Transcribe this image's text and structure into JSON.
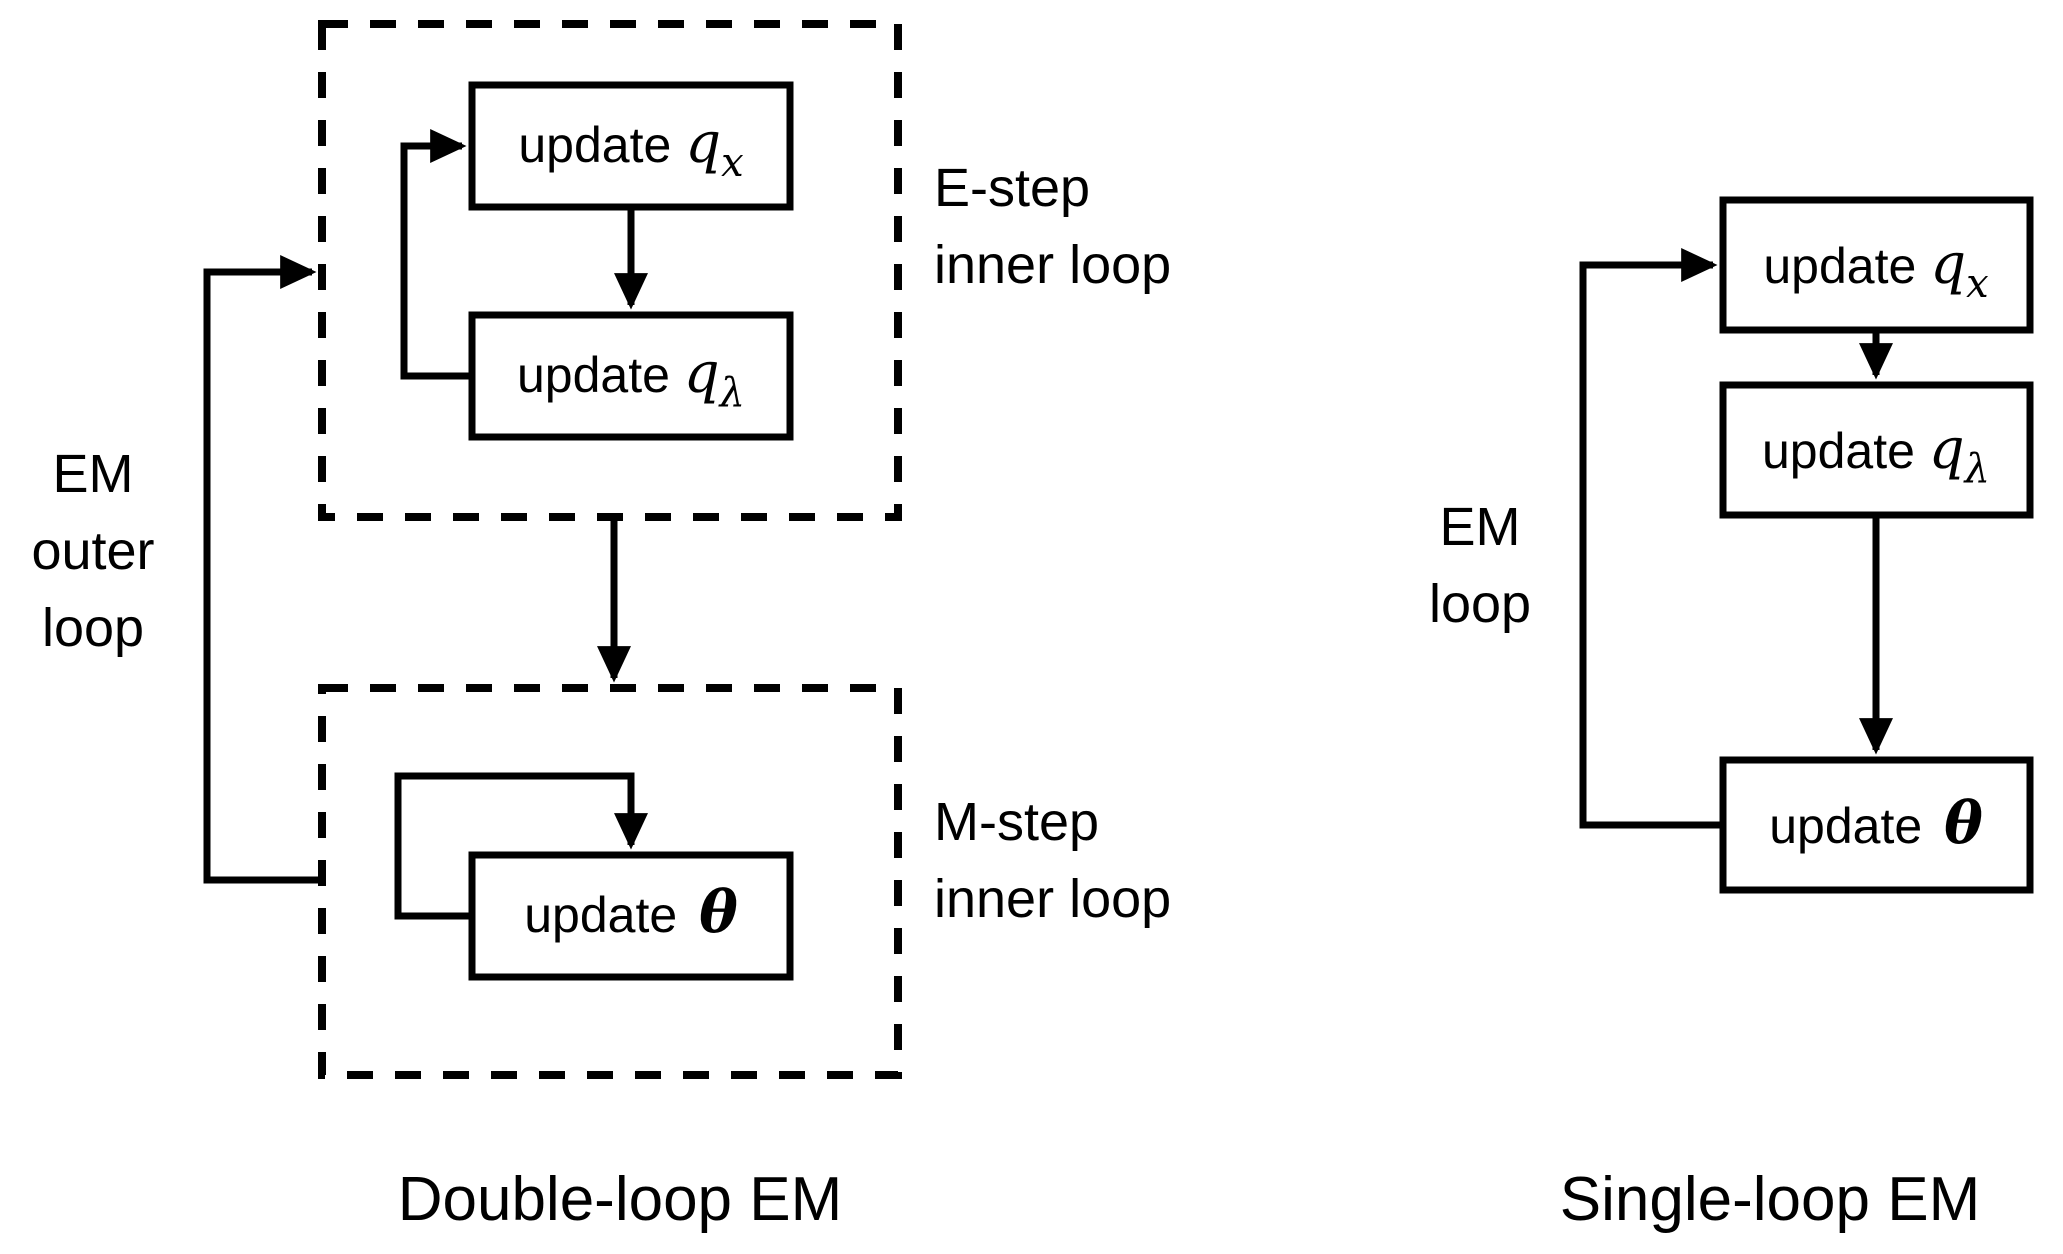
{
  "figure": {
    "background_color": "#ffffff",
    "stroke_color": "#000000",
    "panels": [
      {
        "id": "double-loop",
        "caption": "Double-loop EM",
        "outer_loop_label_lines": [
          "EM",
          "outer",
          "loop"
        ],
        "regions": [
          {
            "id": "e-step",
            "label_lines": [
              "E-step",
              "inner loop"
            ],
            "style": "dashed"
          },
          {
            "id": "m-step",
            "label_lines": [
              "M-step",
              "inner loop"
            ],
            "style": "dashed"
          }
        ],
        "nodes": [
          {
            "id": "e-qx",
            "prefix": "update ",
            "symbol": "q",
            "subscript": "x"
          },
          {
            "id": "e-qlambda",
            "prefix": "update ",
            "symbol": "q",
            "subscript": "λ"
          },
          {
            "id": "m-theta",
            "prefix": "update ",
            "symbol": "θ",
            "subscript": ""
          }
        ]
      },
      {
        "id": "single-loop",
        "caption": "Single-loop EM",
        "outer_loop_label_lines": [
          "EM",
          "loop"
        ],
        "regions": [],
        "nodes": [
          {
            "id": "s-qx",
            "prefix": "update ",
            "symbol": "q",
            "subscript": "x"
          },
          {
            "id": "s-qlambda",
            "prefix": "update ",
            "symbol": "q",
            "subscript": "λ"
          },
          {
            "id": "s-theta",
            "prefix": "update ",
            "symbol": "θ",
            "subscript": ""
          }
        ]
      }
    ]
  },
  "left": {
    "caption": "Double-loop EM",
    "em_loop": {
      "line1": "EM",
      "line2": "outer",
      "line3": "loop"
    },
    "estep": {
      "label_line1": "E-step",
      "label_line2": "inner loop",
      "box_qx": {
        "text": "update ",
        "sym": "q",
        "sub": "x"
      },
      "box_qlambda": {
        "text": "update ",
        "sym": "q",
        "sub": "λ"
      }
    },
    "mstep": {
      "label_line1": "M-step",
      "label_line2": "inner loop",
      "box_theta": {
        "text": "update ",
        "sym": "θ"
      }
    }
  },
  "right": {
    "caption": "Single-loop EM",
    "em_loop": {
      "line1": "EM",
      "line2": "loop"
    },
    "box_qx": {
      "text": "update ",
      "sym": "q",
      "sub": "x"
    },
    "box_qlambda": {
      "text": "update ",
      "sym": "q",
      "sub": "λ"
    },
    "box_theta": {
      "text": "update ",
      "sym": "θ"
    }
  }
}
